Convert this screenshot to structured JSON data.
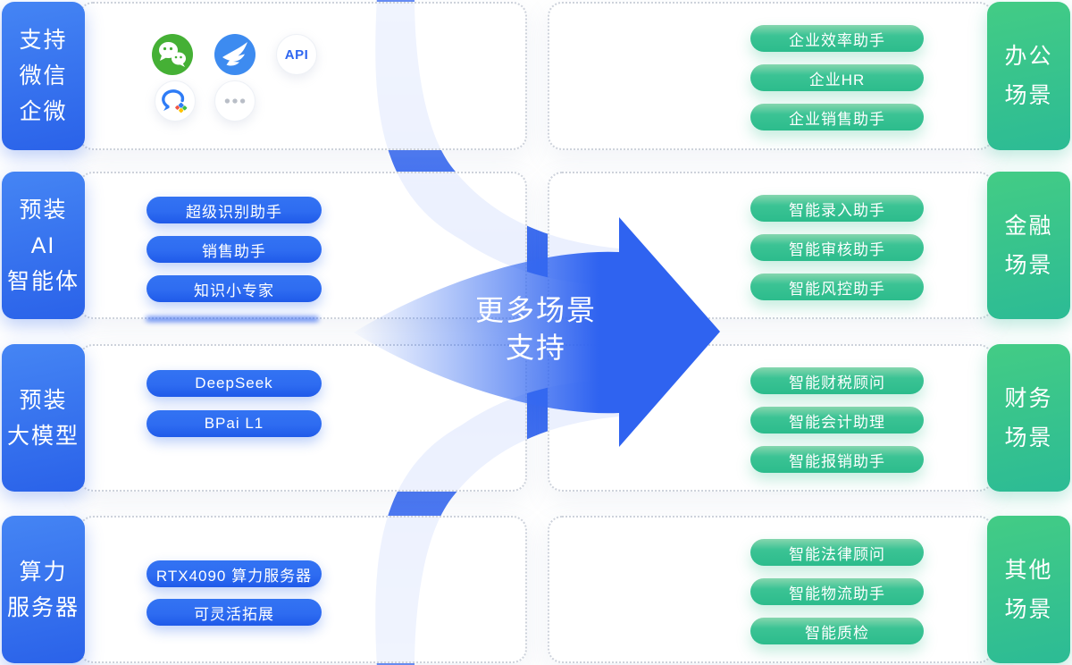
{
  "left_sections": [
    {
      "label_lines": [
        "支持",
        "微信",
        "企微"
      ],
      "icons": [
        "wechat-icon",
        "dingtalk-icon",
        "api-icon",
        "wecom-icon",
        "more-icon"
      ],
      "api_label": "API"
    },
    {
      "label_lines": [
        "预装",
        "AI",
        "智能体"
      ],
      "buttons": [
        "超级识别助手",
        "销售助手",
        "知识小专家"
      ]
    },
    {
      "label_lines": [
        "预装",
        "大模型"
      ],
      "buttons": [
        "DeepSeek",
        "BPai L1"
      ]
    },
    {
      "label_lines": [
        "算力",
        "服务器"
      ],
      "buttons": [
        "RTX4090 算力服务器",
        "可灵活拓展"
      ]
    }
  ],
  "right_sections": [
    {
      "label_lines": [
        "办公",
        "场景"
      ],
      "buttons": [
        "企业效率助手",
        "企业HR",
        "企业销售助手"
      ]
    },
    {
      "label_lines": [
        "金融",
        "场景"
      ],
      "buttons": [
        "智能录入助手",
        "智能审核助手",
        "智能风控助手"
      ]
    },
    {
      "label_lines": [
        "财务",
        "场景"
      ],
      "buttons": [
        "智能财税顾问",
        "智能会计助理",
        "智能报销助手"
      ]
    },
    {
      "label_lines": [
        "其他",
        "场景"
      ],
      "buttons": [
        "智能法律顾问",
        "智能物流助手",
        "智能质检"
      ]
    }
  ],
  "center_arrow": {
    "line1": "更多场景",
    "line2": "支持"
  },
  "colors": {
    "arrow_blue": "#2F63F0",
    "pill_blue_top": "#3373F2",
    "pill_blue_bottom": "#1F5AE9",
    "pill_green_top": "#85D6AE",
    "pill_green_main": "#2CBC8C",
    "label_blue_top": "#4585F4",
    "label_blue_bottom": "#2A62E9",
    "label_green_top": "#43CC85",
    "label_green_bottom": "#2CBB95",
    "wechat_green": "#45B035",
    "dingtalk_blue": "#3D8BF0",
    "api_text_blue": "#2E66F0",
    "dots_gray": "#B9BEC7",
    "dashed_border": "#CDD2DB"
  }
}
